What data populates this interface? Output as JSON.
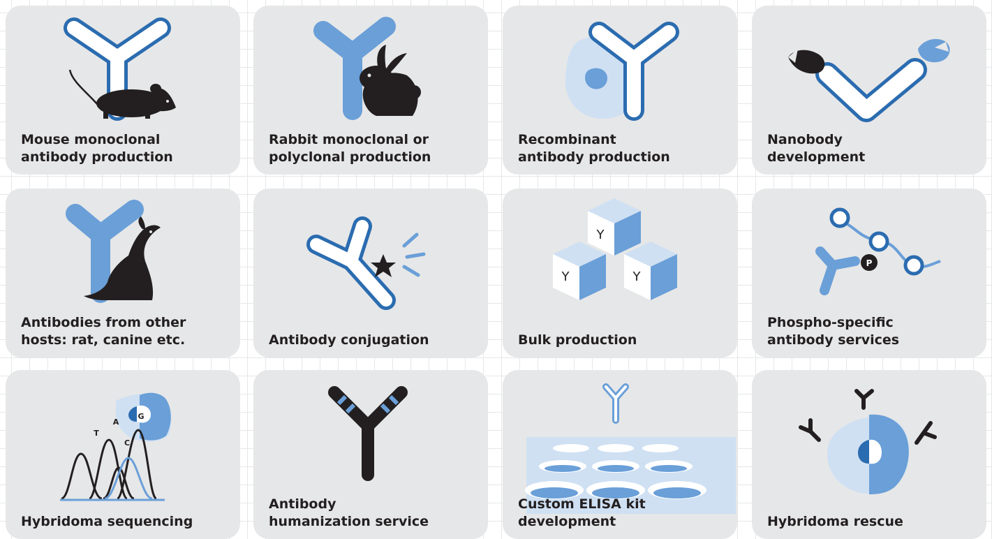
{
  "colors": {
    "card": "#e6e7e8",
    "dark": "#231f20",
    "blue_dark": "#2b6cb0",
    "blue_mid": "#6a9fd8",
    "blue_light": "#cfe0f3",
    "white": "#ffffff"
  },
  "cards": [
    {
      "label": "Mouse monoclonal\nantibody production",
      "icon": "mouse-antibody-icon"
    },
    {
      "label": "Rabbit monoclonal or\npolyclonal production",
      "icon": "rabbit-antibody-icon"
    },
    {
      "label": "Recombinant\nantibody production",
      "icon": "recombinant-antibody-icon"
    },
    {
      "label": "Nanobody\ndevelopment",
      "icon": "nanobody-icon"
    },
    {
      "label": "Antibodies from other\nhosts: rat, canine etc.",
      "icon": "dog-antibody-icon"
    },
    {
      "label": "Antibody conjugation",
      "icon": "conjugation-icon"
    },
    {
      "label": "Bulk production",
      "icon": "bulk-cubes-icon"
    },
    {
      "label": "Phospho-specific\nantibody services",
      "icon": "phospho-icon"
    },
    {
      "label": "Hybridoma sequencing",
      "icon": "sequencing-peaks-icon"
    },
    {
      "label": "Antibody\nhumanization service",
      "icon": "humanized-antibody-icon"
    },
    {
      "label": "Custom ELISA kit\ndevelopment",
      "icon": "elisa-plate-icon"
    },
    {
      "label": "Hybridoma rescue",
      "icon": "hybridoma-cell-icon"
    }
  ],
  "glyphs": {
    "cube_letter": "Y",
    "phospho_letter": "P",
    "bases": [
      "T",
      "A",
      "C",
      "G"
    ]
  }
}
